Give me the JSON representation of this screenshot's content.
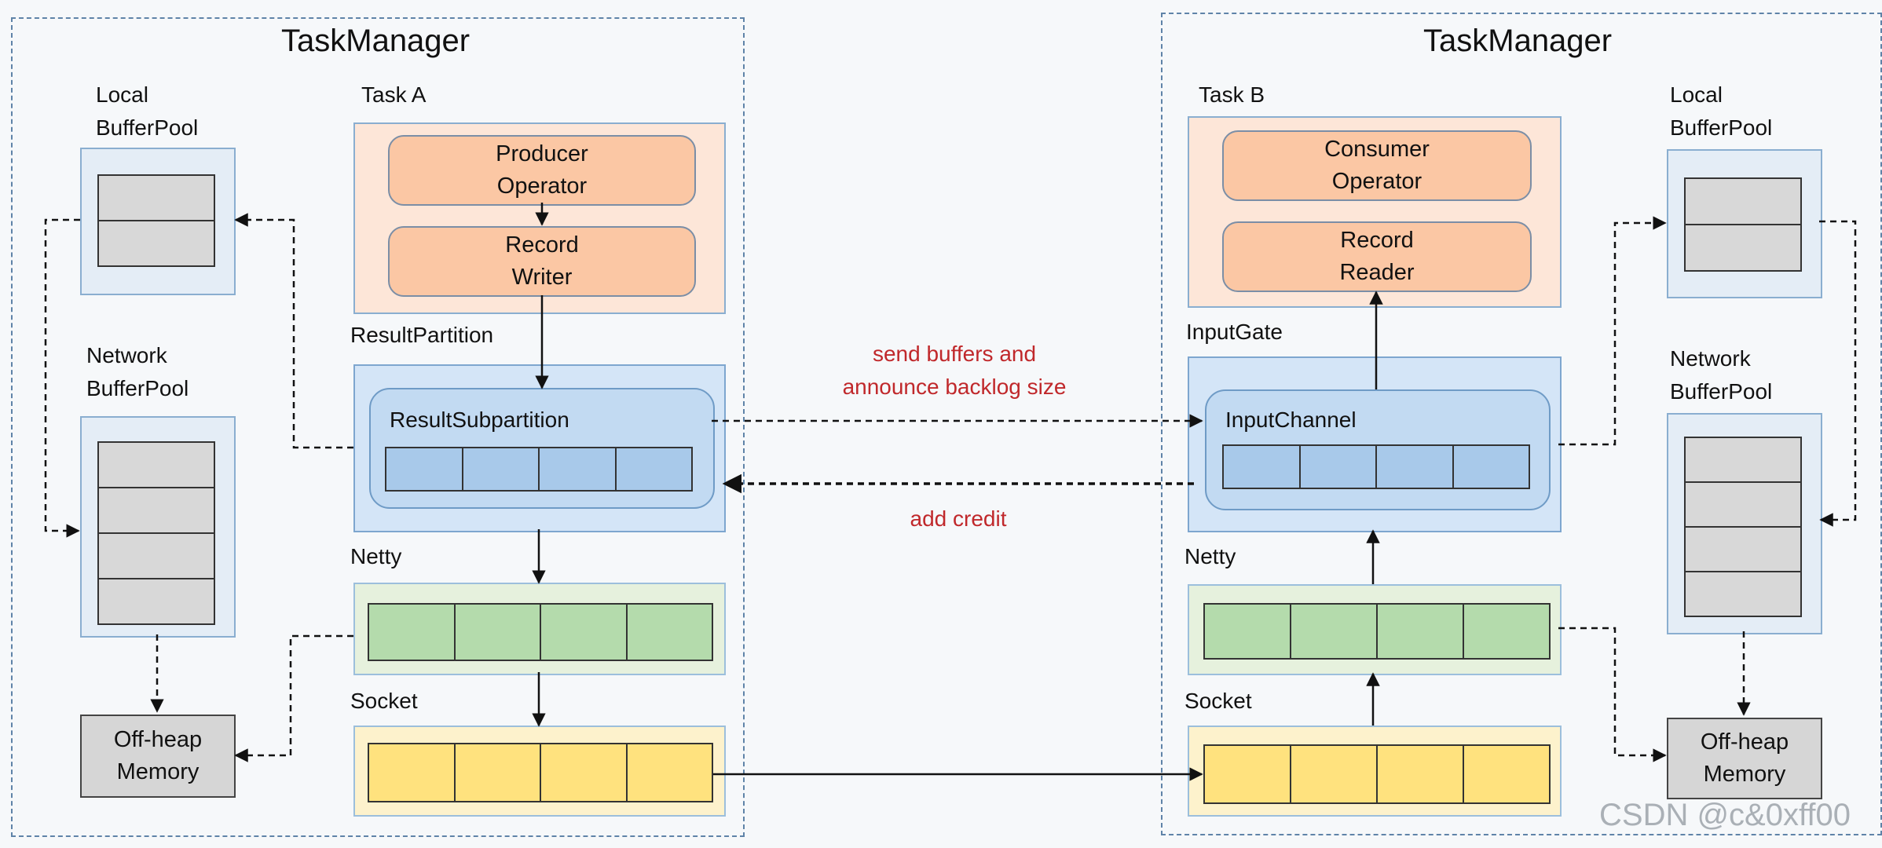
{
  "left": {
    "title": "TaskManager",
    "task_label": "Task A",
    "producer": [
      "Producer",
      "Operator"
    ],
    "writer": [
      "Record",
      "Writer"
    ],
    "result_partition": "ResultPartition",
    "result_subpartition": "ResultSubpartition",
    "netty": "Netty",
    "socket": "Socket",
    "local_pool": [
      "Local",
      "BufferPool"
    ],
    "network_pool": [
      "Network",
      "BufferPool"
    ],
    "offheap": [
      "Off-heap",
      "Memory"
    ]
  },
  "right": {
    "title": "TaskManager",
    "task_label": "Task B",
    "consumer": [
      "Consumer",
      "Operator"
    ],
    "reader": [
      "Record",
      "Reader"
    ],
    "input_gate": "InputGate",
    "input_channel": "InputChannel",
    "netty": "Netty",
    "socket": "Socket",
    "local_pool": [
      "Local",
      "BufferPool"
    ],
    "network_pool": [
      "Network",
      "BufferPool"
    ],
    "offheap": [
      "Off-heap",
      "Memory"
    ]
  },
  "annotations": {
    "send": [
      "send buffers and",
      "announce backlog size"
    ],
    "credit": "add credit"
  },
  "watermark": "CSDN @c&0xff00",
  "colors": {
    "task": "#fde6d8",
    "operator": "#fbc7a4",
    "buffer_blue": "#a8c9ea",
    "netty_green": "#b4dbac",
    "socket_yellow": "#ffe27e",
    "annotation_red": "#c0282b"
  }
}
